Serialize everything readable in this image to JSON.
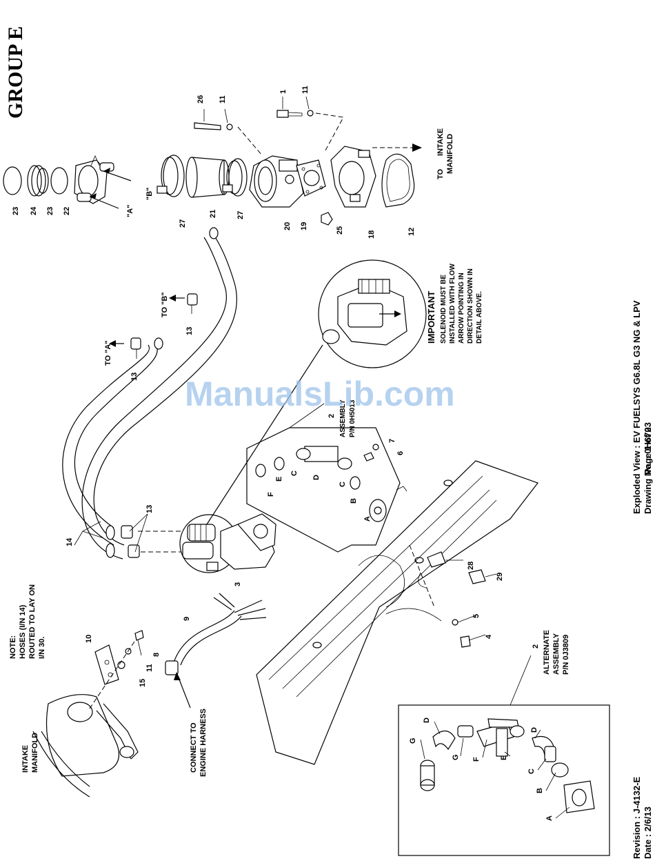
{
  "header": {
    "group_title": "GROUP E",
    "view_title": "Exploded View : EV FUELSYS G6.8L G3 NG & LPV",
    "drawing_no": "Drawing No. : 0H6703",
    "page": "Page 1 of 2",
    "revision": "Revision : J-4132-E",
    "date": "Date : 2/6/13"
  },
  "watermark": "ManualsLib.com",
  "notes": {
    "note_lines": [
      "NOTE:",
      "HOSES (I/N 14)",
      "ROUTED TO LAY ON",
      "I/N 30."
    ],
    "intake_left": [
      "INTAKE",
      "MANIFOLD"
    ],
    "connect": [
      "CONNECT TO",
      "ENGINE HARNESS"
    ],
    "to_intake": [
      "TO",
      "INTAKE",
      "MANIFOLD"
    ],
    "to_a": "TO \"A\"",
    "to_b": "TO \"B\"",
    "important_title": "IMPORTANT",
    "important_lines": [
      "SOLENOID MUST BE",
      "INSTALLED WITH FLOW",
      "ARROW POINTING IN",
      "DIRECTION SHOWN IN",
      "DETAIL ABOVE."
    ],
    "assembly_lines": [
      "ASSEMBLY",
      "P/N 0H5013"
    ],
    "alternate_lines": [
      "ALTERNATE",
      "ASSEMBLY",
      "P/N 0J3809"
    ],
    "label_a": "\"A\"",
    "label_b": "\"B\""
  },
  "callouts": {
    "n1": "1",
    "n2": "2",
    "n2b": "2",
    "n3": "3",
    "n4": "4",
    "n5": "5",
    "n6": "6",
    "n7": "7",
    "n8": "8",
    "n9": "9",
    "n10": "10",
    "n11a": "11",
    "n11b": "11",
    "n11c": "11",
    "n12": "12",
    "n13a": "13",
    "n13b": "13",
    "n13c": "13",
    "n14": "14",
    "n15": "15",
    "n18": "18",
    "n19": "19",
    "n20": "20",
    "n21": "21",
    "n22": "22",
    "n23a": "23",
    "n23b": "23",
    "n24": "24",
    "n25": "25",
    "n26": "26",
    "n27a": "27",
    "n27b": "27",
    "n28": "28",
    "n29": "29"
  },
  "letters": {
    "asm_a": "A",
    "asm_b": "B",
    "asm_c1": "C",
    "asm_c2": "C",
    "asm_d": "D",
    "asm_e": "E",
    "asm_f": "F",
    "alt_a": "A",
    "alt_b": "B",
    "alt_c": "C",
    "alt_d1": "D",
    "alt_d2": "D",
    "alt_e": "E",
    "alt_f": "F",
    "alt_g1": "G",
    "alt_g2": "G"
  }
}
